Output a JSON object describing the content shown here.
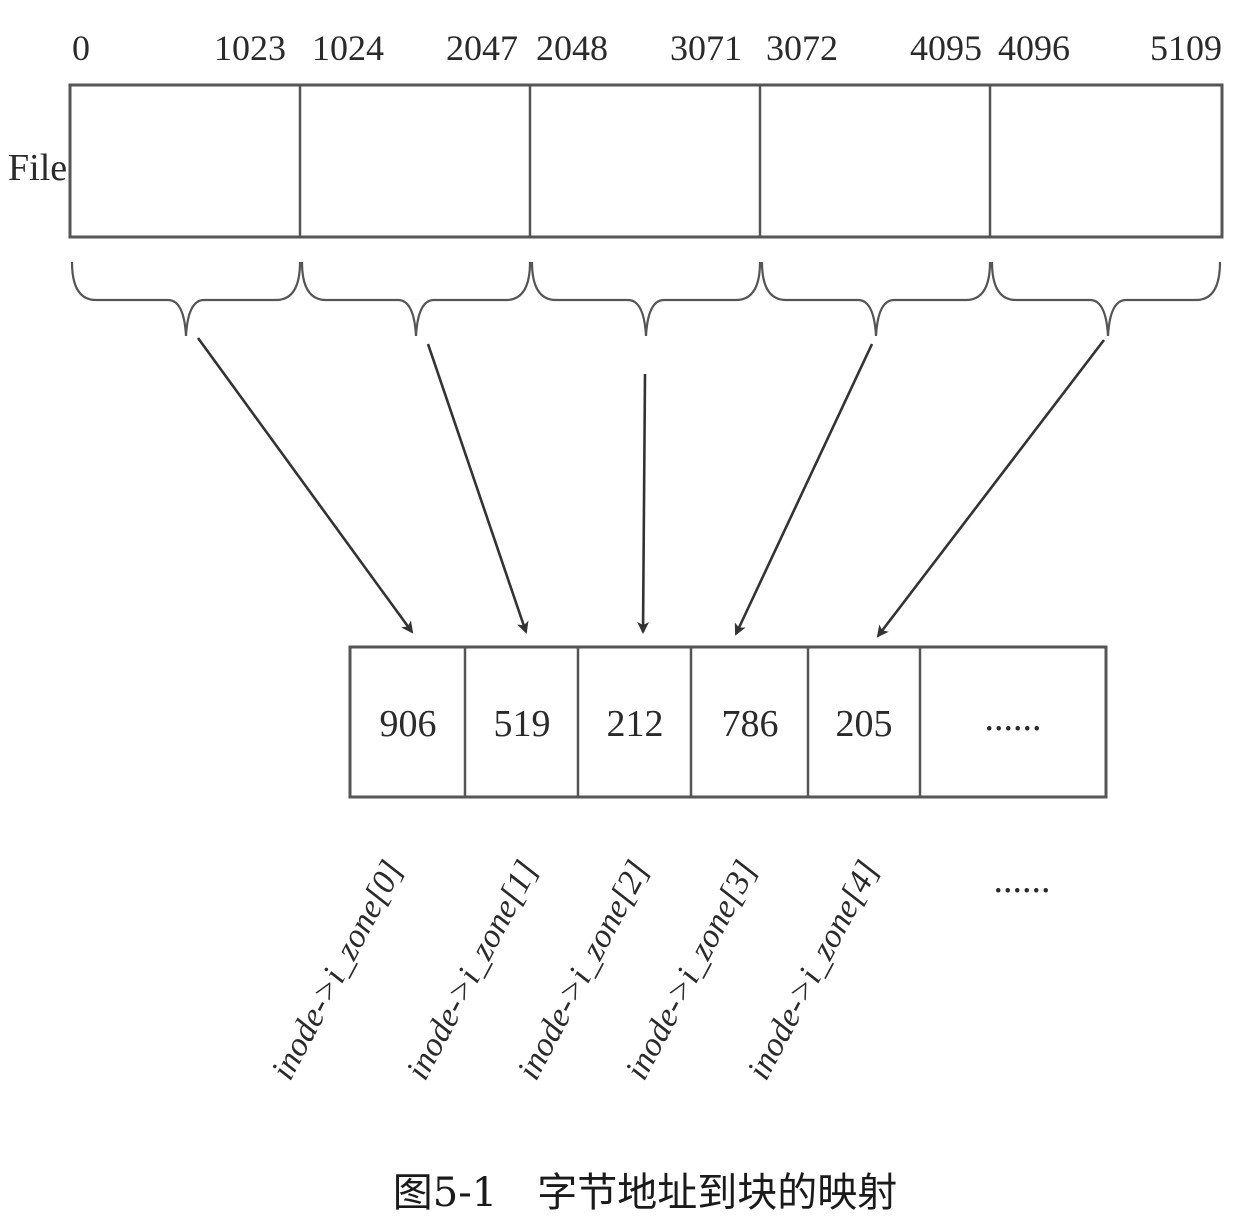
{
  "file_label": "File",
  "offsets": [
    {
      "start": "0",
      "end": "1023"
    },
    {
      "start": "1024",
      "end": "2047"
    },
    {
      "start": "2048",
      "end": "3071"
    },
    {
      "start": "3072",
      "end": "4095"
    },
    {
      "start": "4096",
      "end": "5109"
    }
  ],
  "zones": [
    {
      "value": "906",
      "label": "inode->i_zone[0]"
    },
    {
      "value": "519",
      "label": "inode->i_zone[1]"
    },
    {
      "value": "212",
      "label": "inode->i_zone[2]"
    },
    {
      "value": "786",
      "label": "inode->i_zone[3]"
    },
    {
      "value": "205",
      "label": "inode->i_zone[4]"
    }
  ],
  "zone_more": "......",
  "zone_label_more": "......",
  "caption": "图5-1　字节地址到块的映射"
}
